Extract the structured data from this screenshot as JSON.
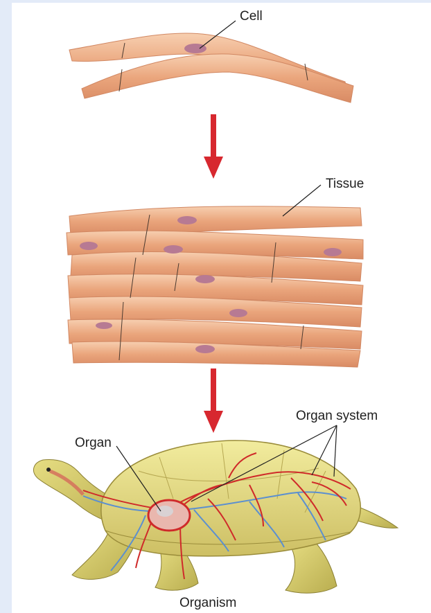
{
  "labels": {
    "cell": "Cell",
    "tissue": "Tissue",
    "organ_system": "Organ system",
    "organ": "Organ",
    "organism": "Organism"
  },
  "levels": [
    "Cell",
    "Tissue",
    "Organ",
    "Organ system",
    "Organism"
  ],
  "colors": {
    "page_background": "#e3ebf8",
    "arrow": "#d7282f",
    "muscle_fiber": "#f0b48c",
    "nucleus": "#b77a93",
    "turtle_shell": "#e7de86",
    "artery": "#cf2a2a",
    "vein": "#5b8fd0"
  }
}
